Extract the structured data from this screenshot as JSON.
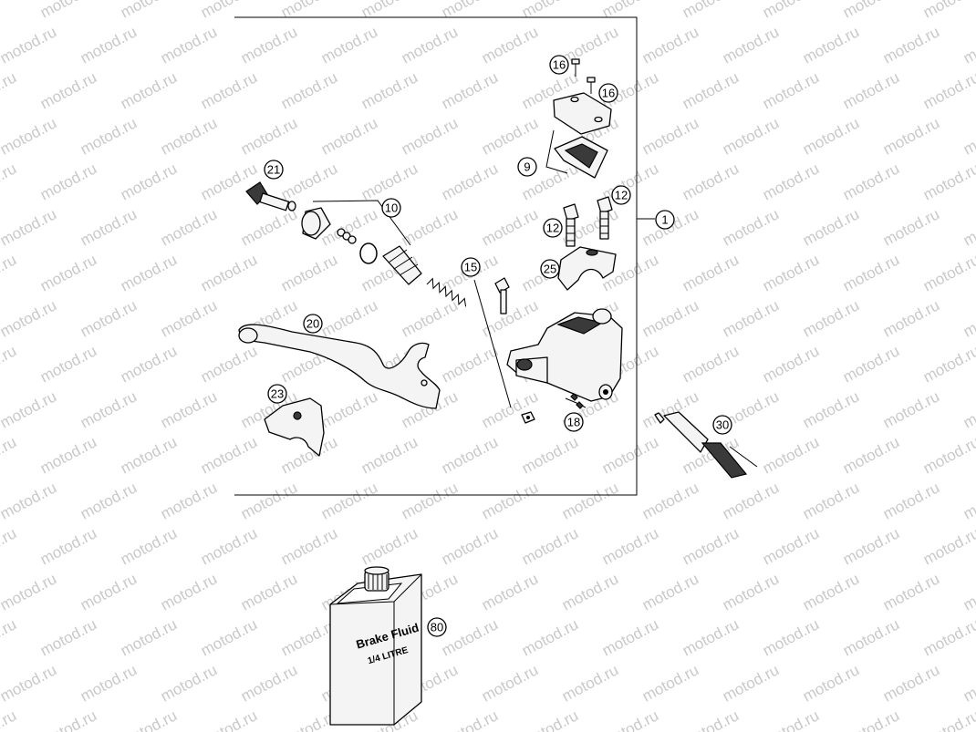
{
  "watermark": "motod.ru",
  "callouts": {
    "c1": "1",
    "c9": "9",
    "c10": "10",
    "c12a": "12",
    "c12b": "12",
    "c15": "15",
    "c16a": "16",
    "c16b": "16",
    "c18": "18",
    "c20": "20",
    "c21": "21",
    "c23": "23",
    "c25": "25",
    "c30": "30",
    "c80": "80"
  },
  "fluid_can": {
    "label_line1": "Brake Fluid",
    "label_line2": "1/4 LITRE"
  }
}
